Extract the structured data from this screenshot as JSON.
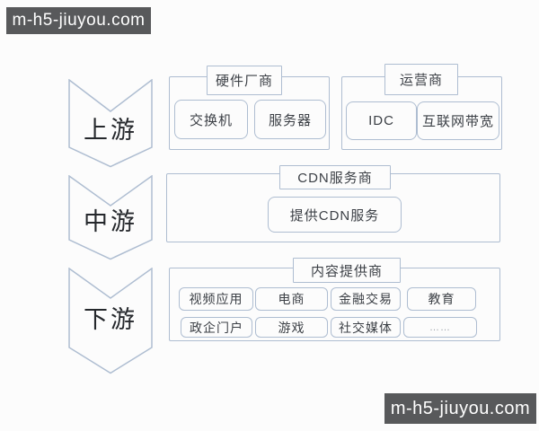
{
  "watermarks": {
    "top_left": "m-h5-jiuyou.com",
    "bottom_right": "m-h5-jiuyou.com"
  },
  "colors": {
    "border": "#aebdd1",
    "text": "#3c4046",
    "watermark_bg": "#58595b",
    "watermark_text": "#ffffff",
    "background": "#fcfcfc"
  },
  "stages": [
    {
      "label": "上游"
    },
    {
      "label": "中游"
    },
    {
      "label": "下游"
    }
  ],
  "groups": {
    "hardware": {
      "title": "硬件厂商",
      "items": [
        "交换机",
        "服务器"
      ]
    },
    "carrier": {
      "title": "运营商",
      "items": [
        "IDC",
        "互联网带宽"
      ]
    },
    "cdn": {
      "title": "CDN服务商",
      "items": [
        "提供CDN服务"
      ]
    },
    "content": {
      "title": "内容提供商",
      "items": [
        "视频应用",
        "电商",
        "金融交易",
        "教育",
        "政企门户",
        "游戏",
        "社交媒体",
        "……"
      ]
    }
  }
}
